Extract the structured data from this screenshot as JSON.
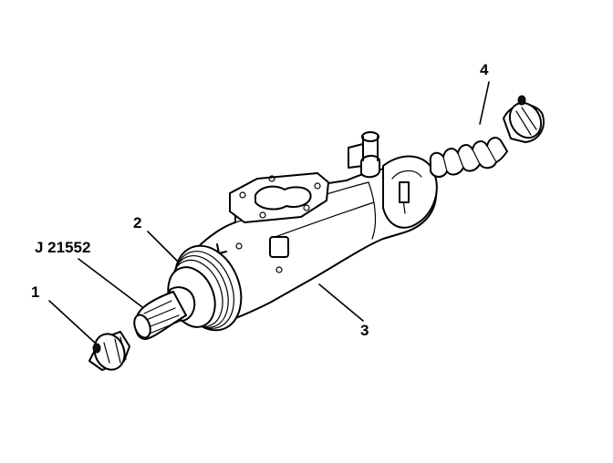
{
  "callouts": {
    "part_1": "1",
    "part_2": "2",
    "part_3": "3",
    "part_4": "4",
    "tool": "J 21552"
  }
}
